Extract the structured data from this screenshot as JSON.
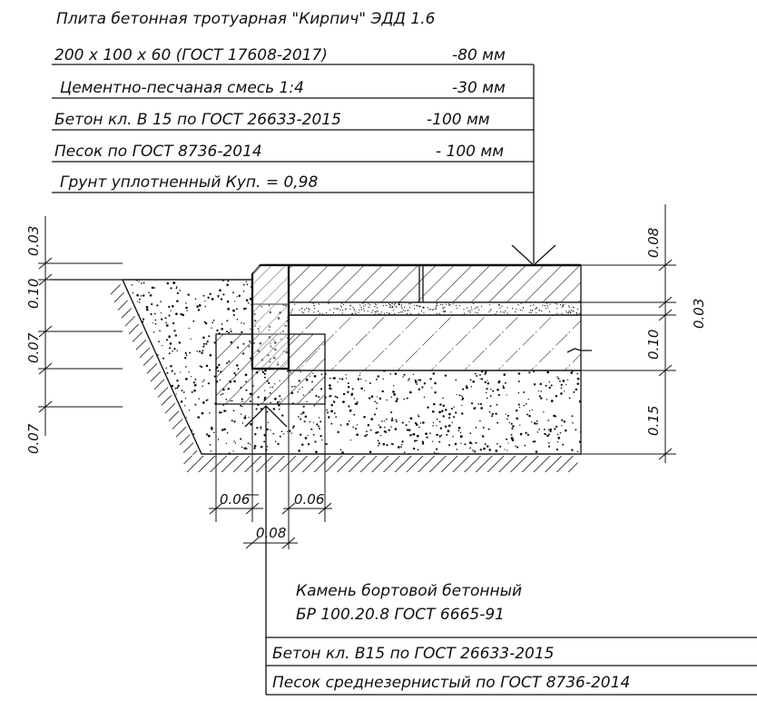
{
  "top_layers": [
    {
      "name": "Плита бетонная тротуарная \"Кирпич\" ЭДД 1.6",
      "thickness": ""
    },
    {
      "name": "200 х 100 х 60 (ГОСТ  17608-2017)",
      "thickness": "-80  мм"
    },
    {
      "name": "Цементно-песчаная смесь 1:4",
      "thickness": "-30  мм"
    },
    {
      "name": "Бетон кл. В 15  по ГОСТ  26633-2015",
      "thickness": "-100  мм"
    },
    {
      "name": "Песок по ГОСТ  8736-2014",
      "thickness": "- 100  мм"
    },
    {
      "name": "Грунт уплотненный Куп. = 0,98",
      "thickness": ""
    }
  ],
  "left_dims": [
    "0.03",
    "0.10",
    "0.07",
    "0.07"
  ],
  "right_dims": [
    "0.08",
    "0.03",
    "0.10",
    "0.15"
  ],
  "bottom_dims": [
    "0.06",
    "0.06",
    "0.08"
  ],
  "curb_label": {
    "line1": "Камень бортовой бетонный",
    "line2": "БР 100.20.8 ГОСТ 6665-91"
  },
  "bottom_layers": [
    "Бетон кл. В15 по ГОСТ 26633-2015",
    "Песок среднезернистый по ГОСТ 8736-2014"
  ]
}
